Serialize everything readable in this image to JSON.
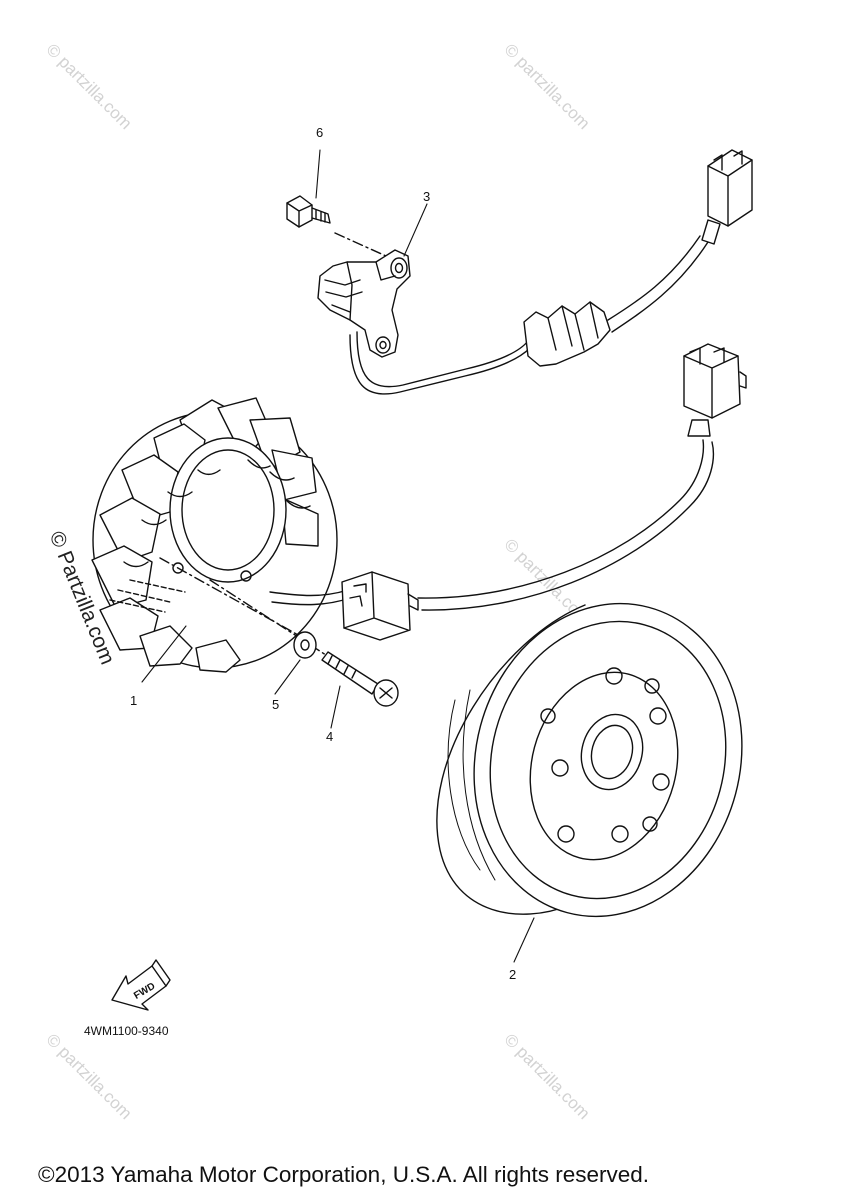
{
  "watermark": {
    "text": "© partzilla.com",
    "emphasized_text": "© Partzilla.com"
  },
  "callouts": [
    {
      "id": "1",
      "label": "1"
    },
    {
      "id": "2",
      "label": "2"
    },
    {
      "id": "3",
      "label": "3"
    },
    {
      "id": "4",
      "label": "4"
    },
    {
      "id": "5",
      "label": "5"
    },
    {
      "id": "6",
      "label": "6"
    }
  ],
  "fwd_label": "FWD",
  "part_code": "4WM1100-9340",
  "copyright": "©2013 Yamaha Motor Corporation, U.S.A. All rights reserved.",
  "colors": {
    "line": "#111111",
    "watermark": "#d2d2d2",
    "background": "#ffffff"
  }
}
